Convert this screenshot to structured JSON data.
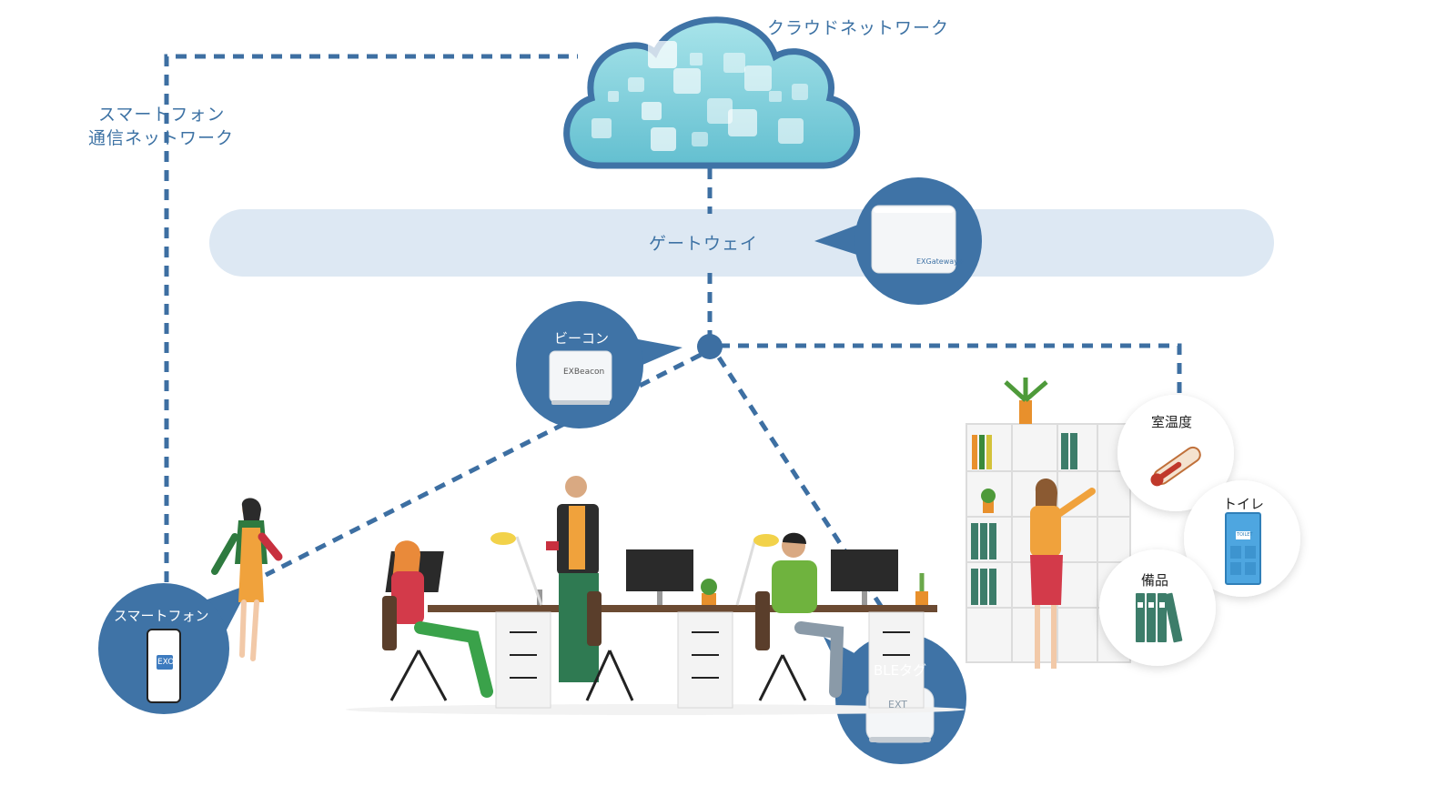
{
  "cloud": {
    "label": "クラウドネットワーク"
  },
  "smartphone_network": {
    "line1": "スマートフォン",
    "line2": "通信ネットワーク"
  },
  "gateway": {
    "label": "ゲートウェイ",
    "device_text": "EXGateway+"
  },
  "beacon": {
    "label": "ビーコン",
    "device_text": "EXBeacon"
  },
  "smartphone": {
    "label": "スマートフォン",
    "screen_text": "EXO"
  },
  "ble_tag": {
    "label": "BLEタグ",
    "device_text": "EXT"
  },
  "sensors": {
    "temperature": "室温度",
    "toilet": "トイレ",
    "equipment": "備品",
    "toilet_sign": "TOILET"
  },
  "colors": {
    "primary": "#3f73a6",
    "dashed_line": "#3d6fa2",
    "gateway_band": "#dde8f3",
    "cloud_fill": "#7fd0db"
  }
}
